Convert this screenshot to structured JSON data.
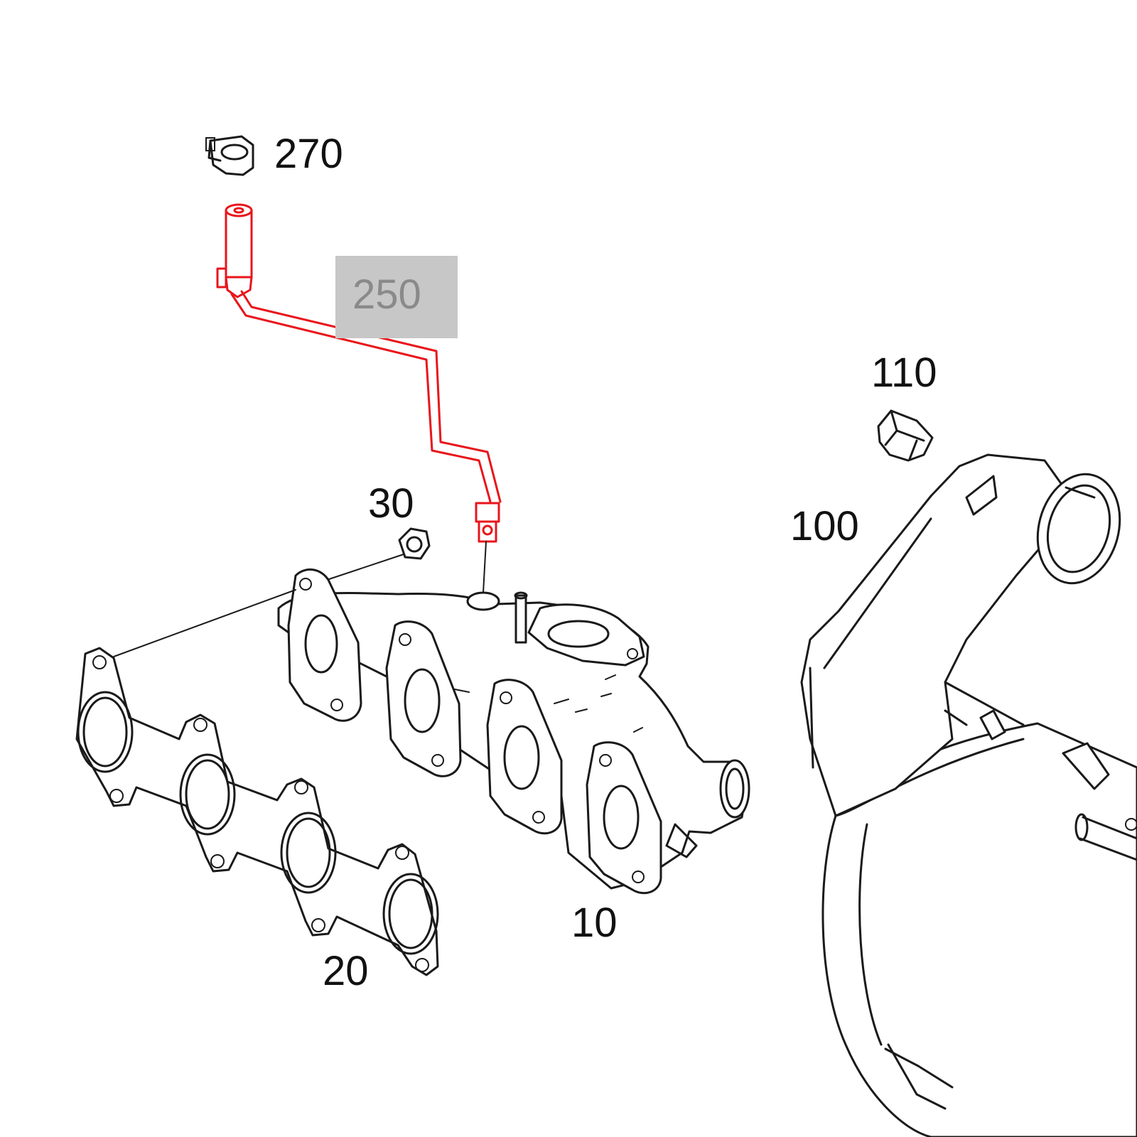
{
  "diagram": {
    "highlight_color": "#e8151b",
    "label_box_color": "#c7c7c7",
    "callouts": [
      {
        "id": "270",
        "text": "270"
      },
      {
        "id": "250",
        "text": "250",
        "highlighted": true
      },
      {
        "id": "110",
        "text": "110"
      },
      {
        "id": "100",
        "text": "100"
      },
      {
        "id": "30",
        "text": "30"
      },
      {
        "id": "10",
        "text": "10"
      },
      {
        "id": "20",
        "text": "20"
      }
    ]
  }
}
